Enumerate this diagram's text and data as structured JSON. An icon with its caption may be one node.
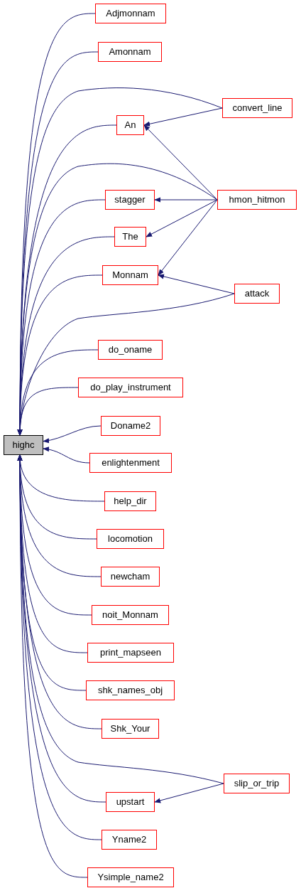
{
  "diagram": {
    "nodes": [
      {
        "text": [
          "highc"
        ]
      },
      {
        "text": [
          "Adjmonnam"
        ]
      },
      {
        "text": [
          "Amonnam"
        ]
      },
      {
        "text": [
          "convert_line"
        ]
      },
      {
        "text": [
          "An"
        ]
      },
      {
        "text": [
          "stagger"
        ]
      },
      {
        "text": [
          "hmon_hitmon"
        ]
      },
      {
        "text": [
          "The"
        ]
      },
      {
        "text": [
          "Monnam"
        ]
      },
      {
        "text": [
          "attack"
        ]
      },
      {
        "text": [
          "do_oname"
        ]
      },
      {
        "text": [
          "do_play_instrument"
        ]
      },
      {
        "text": [
          "Doname2"
        ]
      },
      {
        "text": [
          "enlightenment"
        ]
      },
      {
        "text": [
          "help_dir"
        ]
      },
      {
        "text": [
          "locomotion"
        ]
      },
      {
        "text": [
          "newcham"
        ]
      },
      {
        "text": [
          "noit_Monnam"
        ]
      },
      {
        "text": [
          "print_mapseen"
        ]
      },
      {
        "text": [
          "shk_names_obj"
        ]
      },
      {
        "text": [
          "Shk_Your"
        ]
      },
      {
        "text": [
          "slip_or_trip"
        ]
      },
      {
        "text": [
          "upstart"
        ]
      },
      {
        "text": [
          "Yname2"
        ]
      },
      {
        "text": [
          "Ysimple_name2"
        ]
      }
    ],
    "edges": [
      {
        "from": 1,
        "to": 0,
        "arrow": "to"
      },
      {
        "from": 2,
        "to": 0,
        "arrow": "to"
      },
      {
        "from": 3,
        "to": 0,
        "arrow": "to"
      },
      {
        "from": 3,
        "to": 4,
        "arrow": "to"
      },
      {
        "from": 4,
        "to": 0,
        "arrow": "to"
      },
      {
        "from": 6,
        "to": 4,
        "arrow": "to"
      },
      {
        "from": 5,
        "to": 0,
        "arrow": "to"
      },
      {
        "from": 6,
        "to": 5,
        "arrow": "to"
      },
      {
        "from": 6,
        "to": 0,
        "arrow": "to"
      },
      {
        "from": 7,
        "to": 0,
        "arrow": "to"
      },
      {
        "from": 6,
        "to": 7,
        "arrow": "to"
      },
      {
        "from": 8,
        "to": 0,
        "arrow": "to"
      },
      {
        "from": 6,
        "to": 8,
        "arrow": "to"
      },
      {
        "from": 9,
        "to": 8,
        "arrow": "to"
      },
      {
        "from": 9,
        "to": 0,
        "arrow": "to"
      },
      {
        "from": 10,
        "to": 0,
        "arrow": "to"
      },
      {
        "from": 11,
        "to": 0,
        "arrow": "to"
      },
      {
        "from": 12,
        "to": 0,
        "arrow": "to"
      },
      {
        "from": 13,
        "to": 0,
        "arrow": "to"
      },
      {
        "from": 14,
        "to": 0,
        "arrow": "to"
      },
      {
        "from": 15,
        "to": 0,
        "arrow": "to"
      },
      {
        "from": 16,
        "to": 0,
        "arrow": "to"
      },
      {
        "from": 17,
        "to": 0,
        "arrow": "to"
      },
      {
        "from": 18,
        "to": 0,
        "arrow": "to"
      },
      {
        "from": 19,
        "to": 0,
        "arrow": "to"
      },
      {
        "from": 20,
        "to": 0,
        "arrow": "to"
      },
      {
        "from": 21,
        "to": 0,
        "arrow": "to"
      },
      {
        "from": 21,
        "to": 22,
        "arrow": "to"
      },
      {
        "from": 22,
        "to": 0,
        "arrow": "to"
      },
      {
        "from": 23,
        "to": 0,
        "arrow": "to"
      },
      {
        "from": 24,
        "to": 0,
        "arrow": "to"
      }
    ]
  }
}
